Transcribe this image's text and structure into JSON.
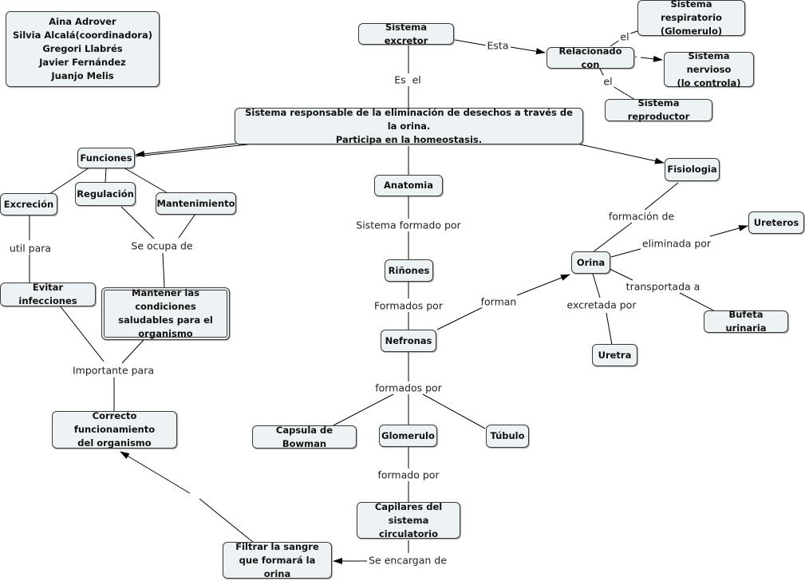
{
  "authors": "Aina Adrover\nSilvia Alcalá(coordinadora)\nGregori Llabrés\nJavier Fernández\nJuanjo Melis",
  "nodes": {
    "sistema_excretor": "Sistema excretor",
    "relacionado_con": "Relacionado con",
    "sistema_respiratorio": "Sistema respiratorio\n(Glomerulo)",
    "sistema_nervioso": "Sistema nervioso\n(lo controla)",
    "sistema_reproductor": "Sistema reproductor",
    "definicion": "Sistema responsable de la eliminación de desechos a través de la orina.\nParticipa en la homeostasis.",
    "funciones": "Funciones",
    "excrecion": "Excreción",
    "regulacion": "Regulación",
    "mantenimiento": "Mantenimiento",
    "evitar_infecciones": "Evitar infecciones",
    "mantener_condiciones": "Mantener las condiciones\nsaludables para el\norganismo",
    "correcto_funcionamiento": "Correcto funcionamiento\ndel organismo",
    "anatomia": "Anatomia",
    "rinones": "Riñones",
    "nefronas": "Nefronas",
    "capsula_bowman": "Capsula de Bowman",
    "glomerulo": "Glomerulo",
    "tubulo": "Túbulo",
    "capilares": "Capilares del\nsistema circulatorio",
    "filtrar_sangre": "Filtrar la sangre\nque formará la orina",
    "fisiologia": "Fisiologia",
    "orina": "Orina",
    "ureteros": "Ureteros",
    "bufeta": "Bufeta urinaria",
    "uretra": "Uretra"
  },
  "link_labels": {
    "esta": "Esta",
    "el_respiratorio": "el",
    "el_reproductor": "el",
    "dot": "·",
    "es_el": "Es  el",
    "util_para": "util para",
    "se_ocupa_de": "Se ocupa de",
    "importante_para": "Importante para",
    "sistema_formado_por": "Sistema formado por",
    "formados_por_1": "Formados por",
    "formados_por_2": "formados por",
    "formado_por": "formado por",
    "se_encargan_de": "Se encargan de",
    "formacion_de": "formación de",
    "forman": "forman",
    "eliminada_por": "eliminada por",
    "transportada_a": "transportada a",
    "excretada_por": "excretada por"
  },
  "colors": {
    "node_fill": "#edf3f5",
    "node_border": "#3a3a3a",
    "line": "#000000"
  }
}
